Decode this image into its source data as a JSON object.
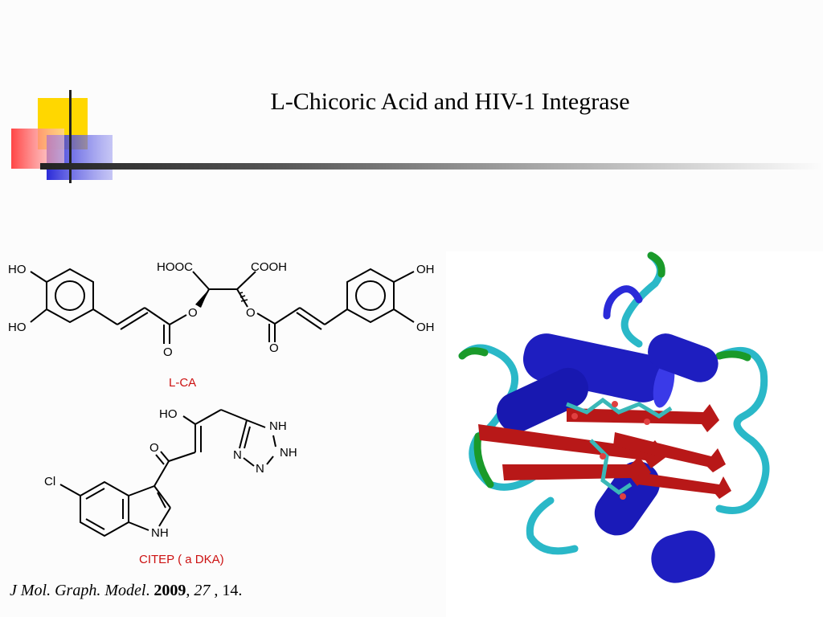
{
  "slide": {
    "title": "L-Chicoric Acid and HIV-1 Integrase",
    "colors": {
      "yellow": "#ffd700",
      "red": "#ff3b3b",
      "blue": "#2a2ad8",
      "label_red": "#cc1111"
    }
  },
  "lca": {
    "ho_top_left": "HO",
    "ho_bottom_left": "HO",
    "hooc": "HOOC",
    "cooh": "COOH",
    "o_ester_left": "O",
    "o_carbonyl_left": "O",
    "o_ester_right": "O",
    "o_carbonyl_right": "O",
    "oh_top_right": "OH",
    "oh_bottom_right": "OH",
    "label": "L-CA"
  },
  "citep": {
    "ho": "HO",
    "o": "O",
    "cl": "Cl",
    "nh_indole": "NH",
    "nh_tet_top": "NH",
    "nh_tet_right": "NH",
    "n_left": "N",
    "n_bottom": "N",
    "label": "CITEP ( a DKA)"
  },
  "citation": {
    "journal": "J Mol. Graph. Model",
    "sep1": ". ",
    "year": "2009",
    "sep2": ", ",
    "volume": "27",
    "pages": " , 14."
  },
  "protein_image": {
    "icon": "protein-ribbon-structure"
  }
}
